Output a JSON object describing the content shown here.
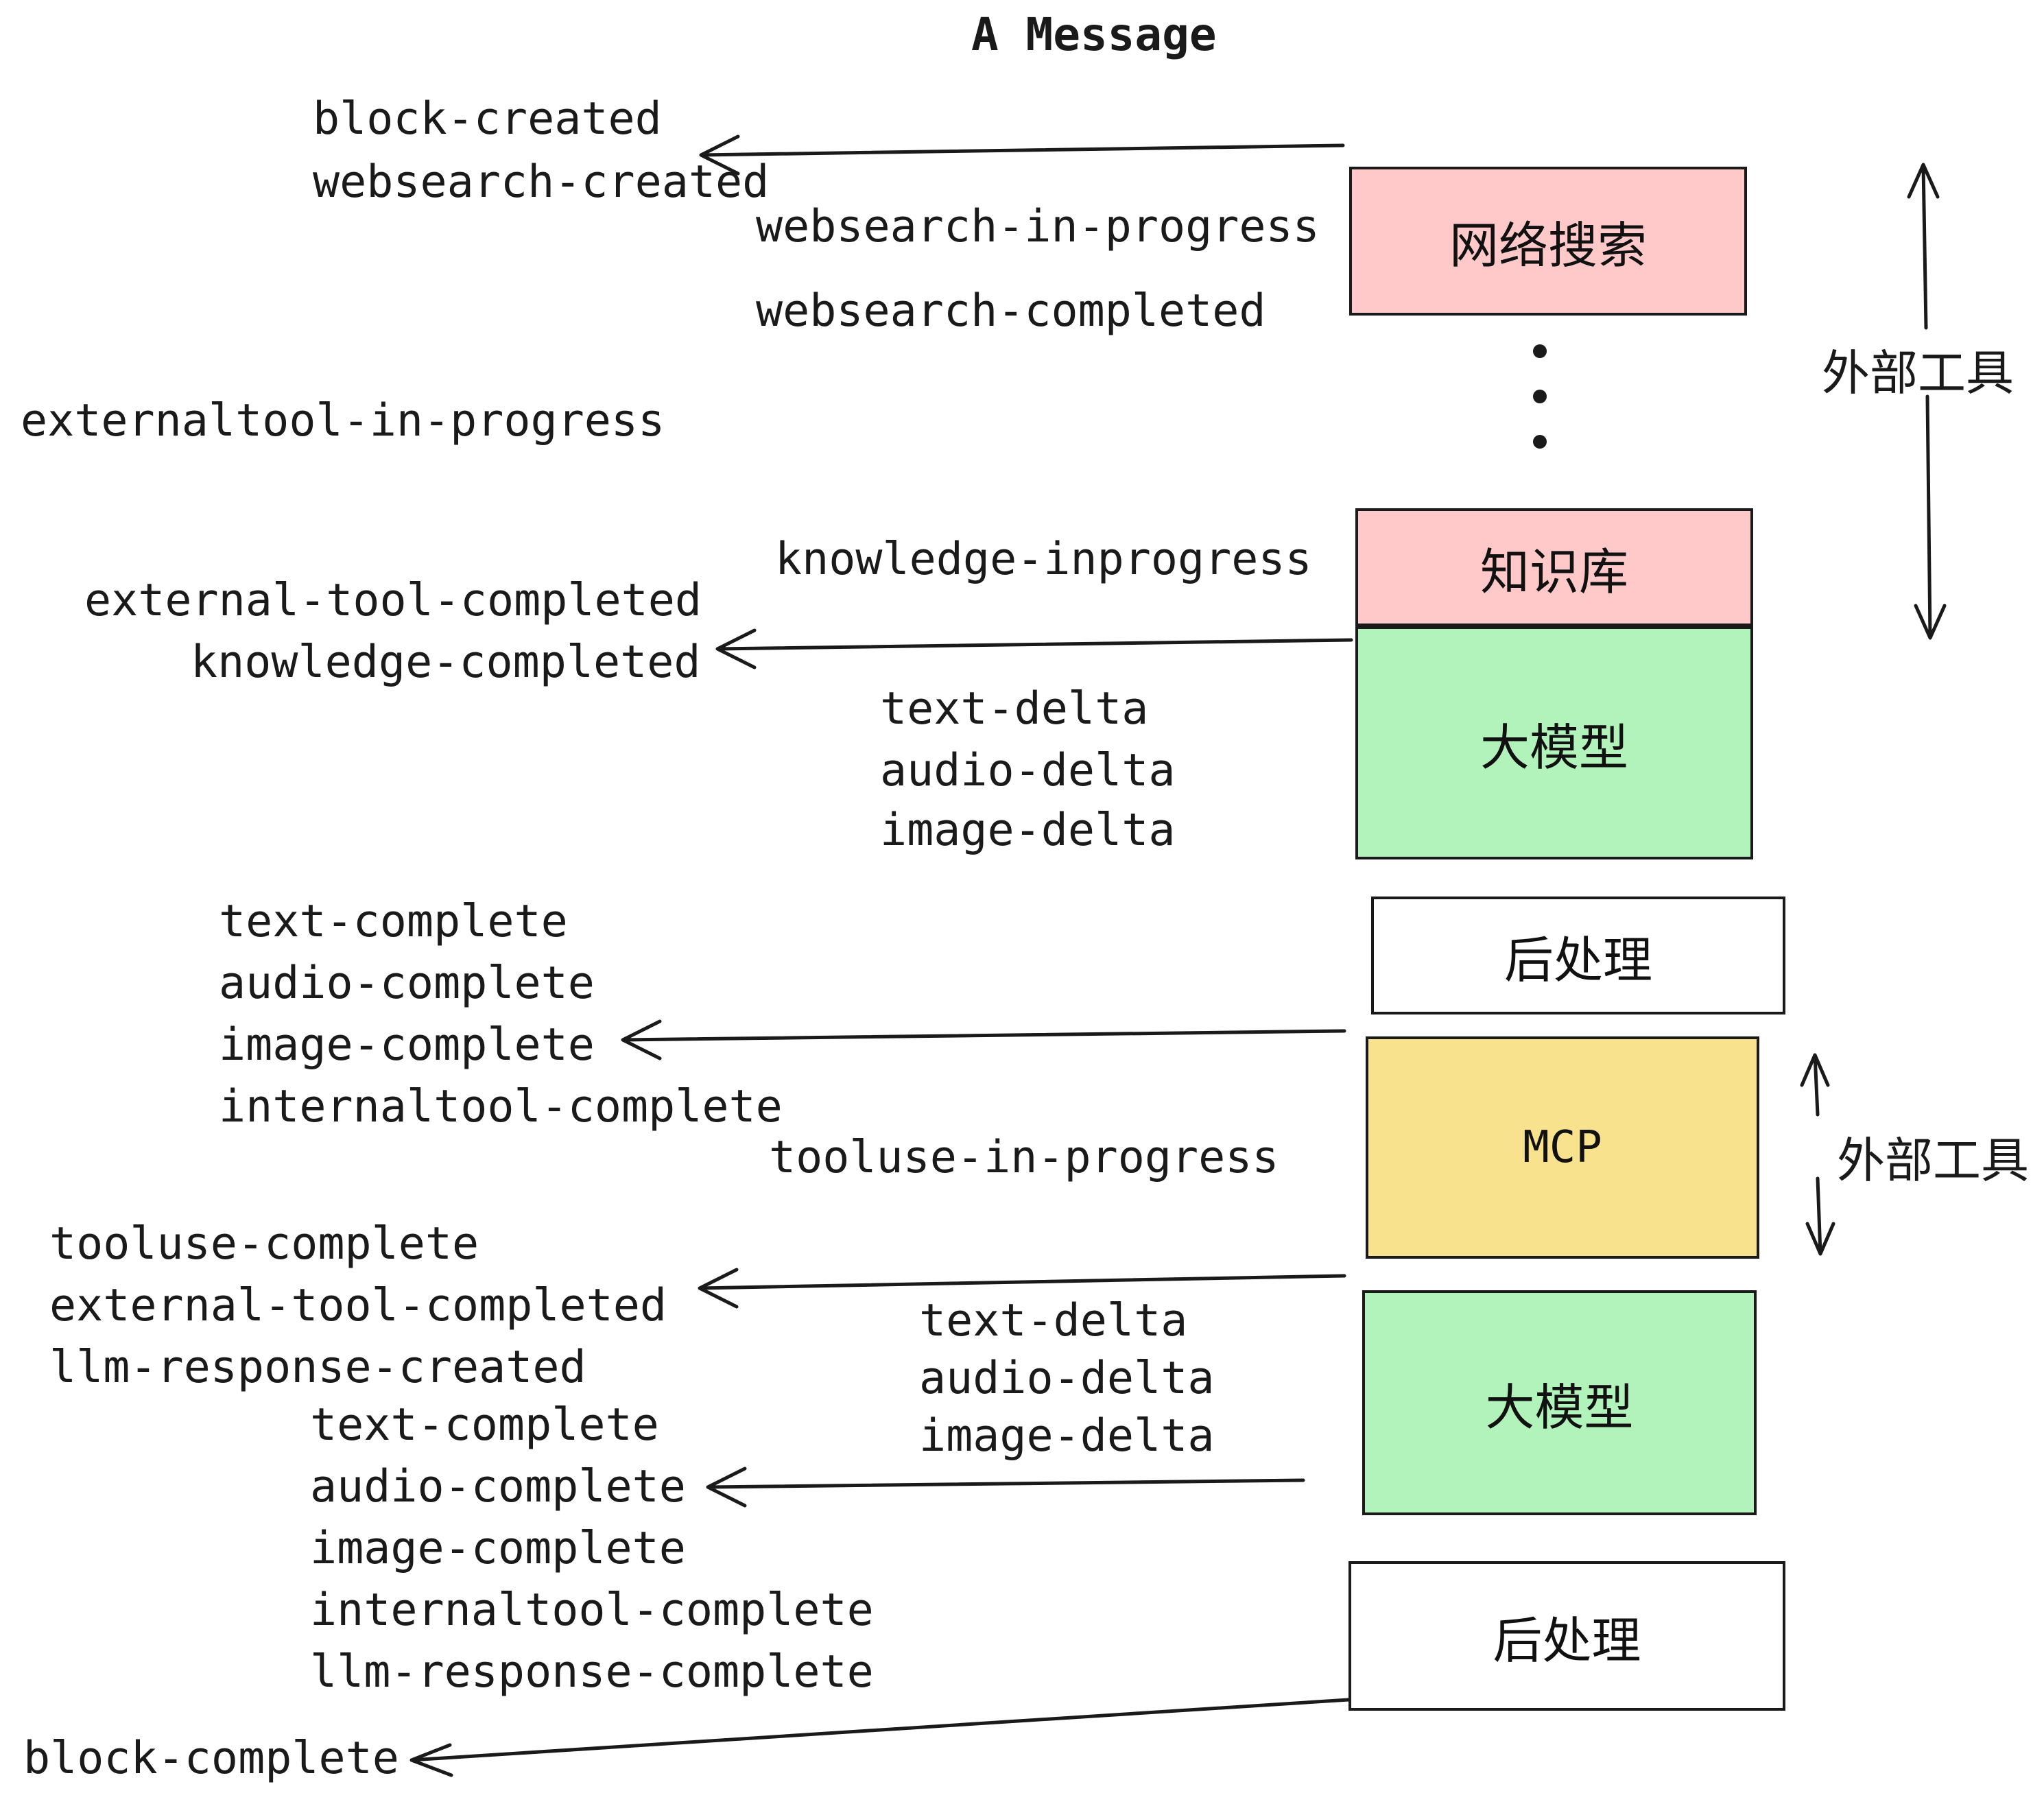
{
  "title": "A Message",
  "events": {
    "block_created": "block-created",
    "websearch_created": "websearch-created",
    "websearch_in_progress": "websearch-in-progress",
    "websearch_completed": "websearch-completed",
    "externaltool_in_progress": "externaltool-in-progress",
    "knowledge_inprogress": "knowledge-inprogress",
    "external_tool_completed": "external-tool-completed",
    "knowledge_completed": "knowledge-completed",
    "text_delta": "text-delta",
    "audio_delta": "audio-delta",
    "image_delta": "image-delta",
    "text_complete": "text-complete",
    "audio_complete": "audio-complete",
    "image_complete": "image-complete",
    "internaltool_complete": "internaltool-complete",
    "tooluse_in_progress": "tooluse-in-progress",
    "tooluse_complete": "tooluse-complete",
    "llm_response_created": "llm-response-created",
    "llm_response_complete": "llm-response-complete",
    "block_complete": "block-complete"
  },
  "boxes": [
    {
      "label": "网络搜索",
      "color": "#ffc9c9"
    },
    {
      "label": "知识库",
      "color": "#ffc9c9"
    },
    {
      "label": "大模型",
      "color": "#b2f2bb"
    },
    {
      "label": "后处理",
      "color": "#ffffff"
    },
    {
      "label": "MCP",
      "color": "#f9e28e"
    },
    {
      "label": "大模型",
      "color": "#b2f2bb"
    },
    {
      "label": "后处理",
      "color": "#ffffff"
    }
  ],
  "side_labels": {
    "external_tools": "外部工具"
  },
  "colors": {
    "stroke": "#1a1a1a",
    "pink": "#ffc9c9",
    "green": "#b2f2bb",
    "yellow": "#f9e28e",
    "white": "#ffffff"
  }
}
